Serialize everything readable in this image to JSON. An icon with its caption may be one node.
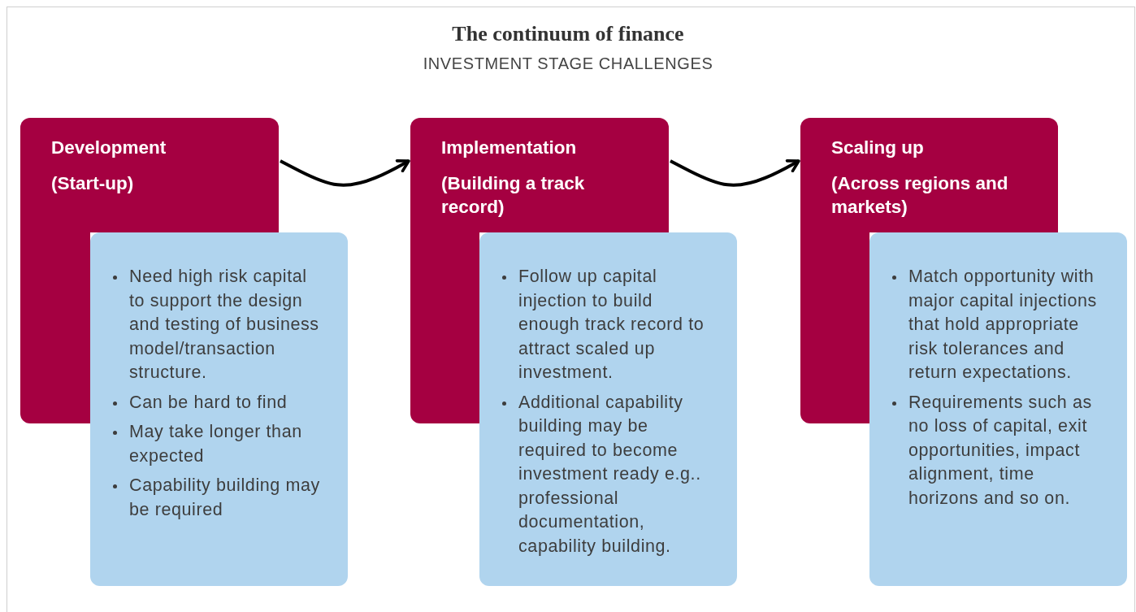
{
  "diagram": {
    "title": "The continuum of finance",
    "nodes": [
      {
        "text": [
          "Development",
          "(Start-up)"
        ]
      },
      {
        "text": [
          "Need high risk capital to support the design and testing of business model/transaction structure.",
          "Can be hard to find",
          "May take longer than expected",
          "Capability building may be required"
        ]
      },
      {
        "text": [
          "Implementation",
          "(Building a track record)"
        ]
      },
      {
        "text": [
          "Follow up capital injection to build enough track record to attract scaled up investment.",
          "Additional capability building may be required to become investment ready e.g.. professional documentation, capability building."
        ]
      },
      {
        "text": [
          "Scaling up",
          "(Across regions and markets)"
        ]
      },
      {
        "text": [
          "Match opportunity with major capital injections that hold appropriate risk tolerances and return expectations.",
          "Requirements such as no loss of capital, exit opportunities, impact alignment, time horizons and so on."
        ]
      }
    ],
    "edges": [
      {
        "from": 0,
        "to": 2,
        "arrow": "to"
      },
      {
        "from": 2,
        "to": 4,
        "arrow": "to"
      }
    ],
    "labels": [
      "INVESTMENT STAGE CHALLENGES"
    ]
  }
}
